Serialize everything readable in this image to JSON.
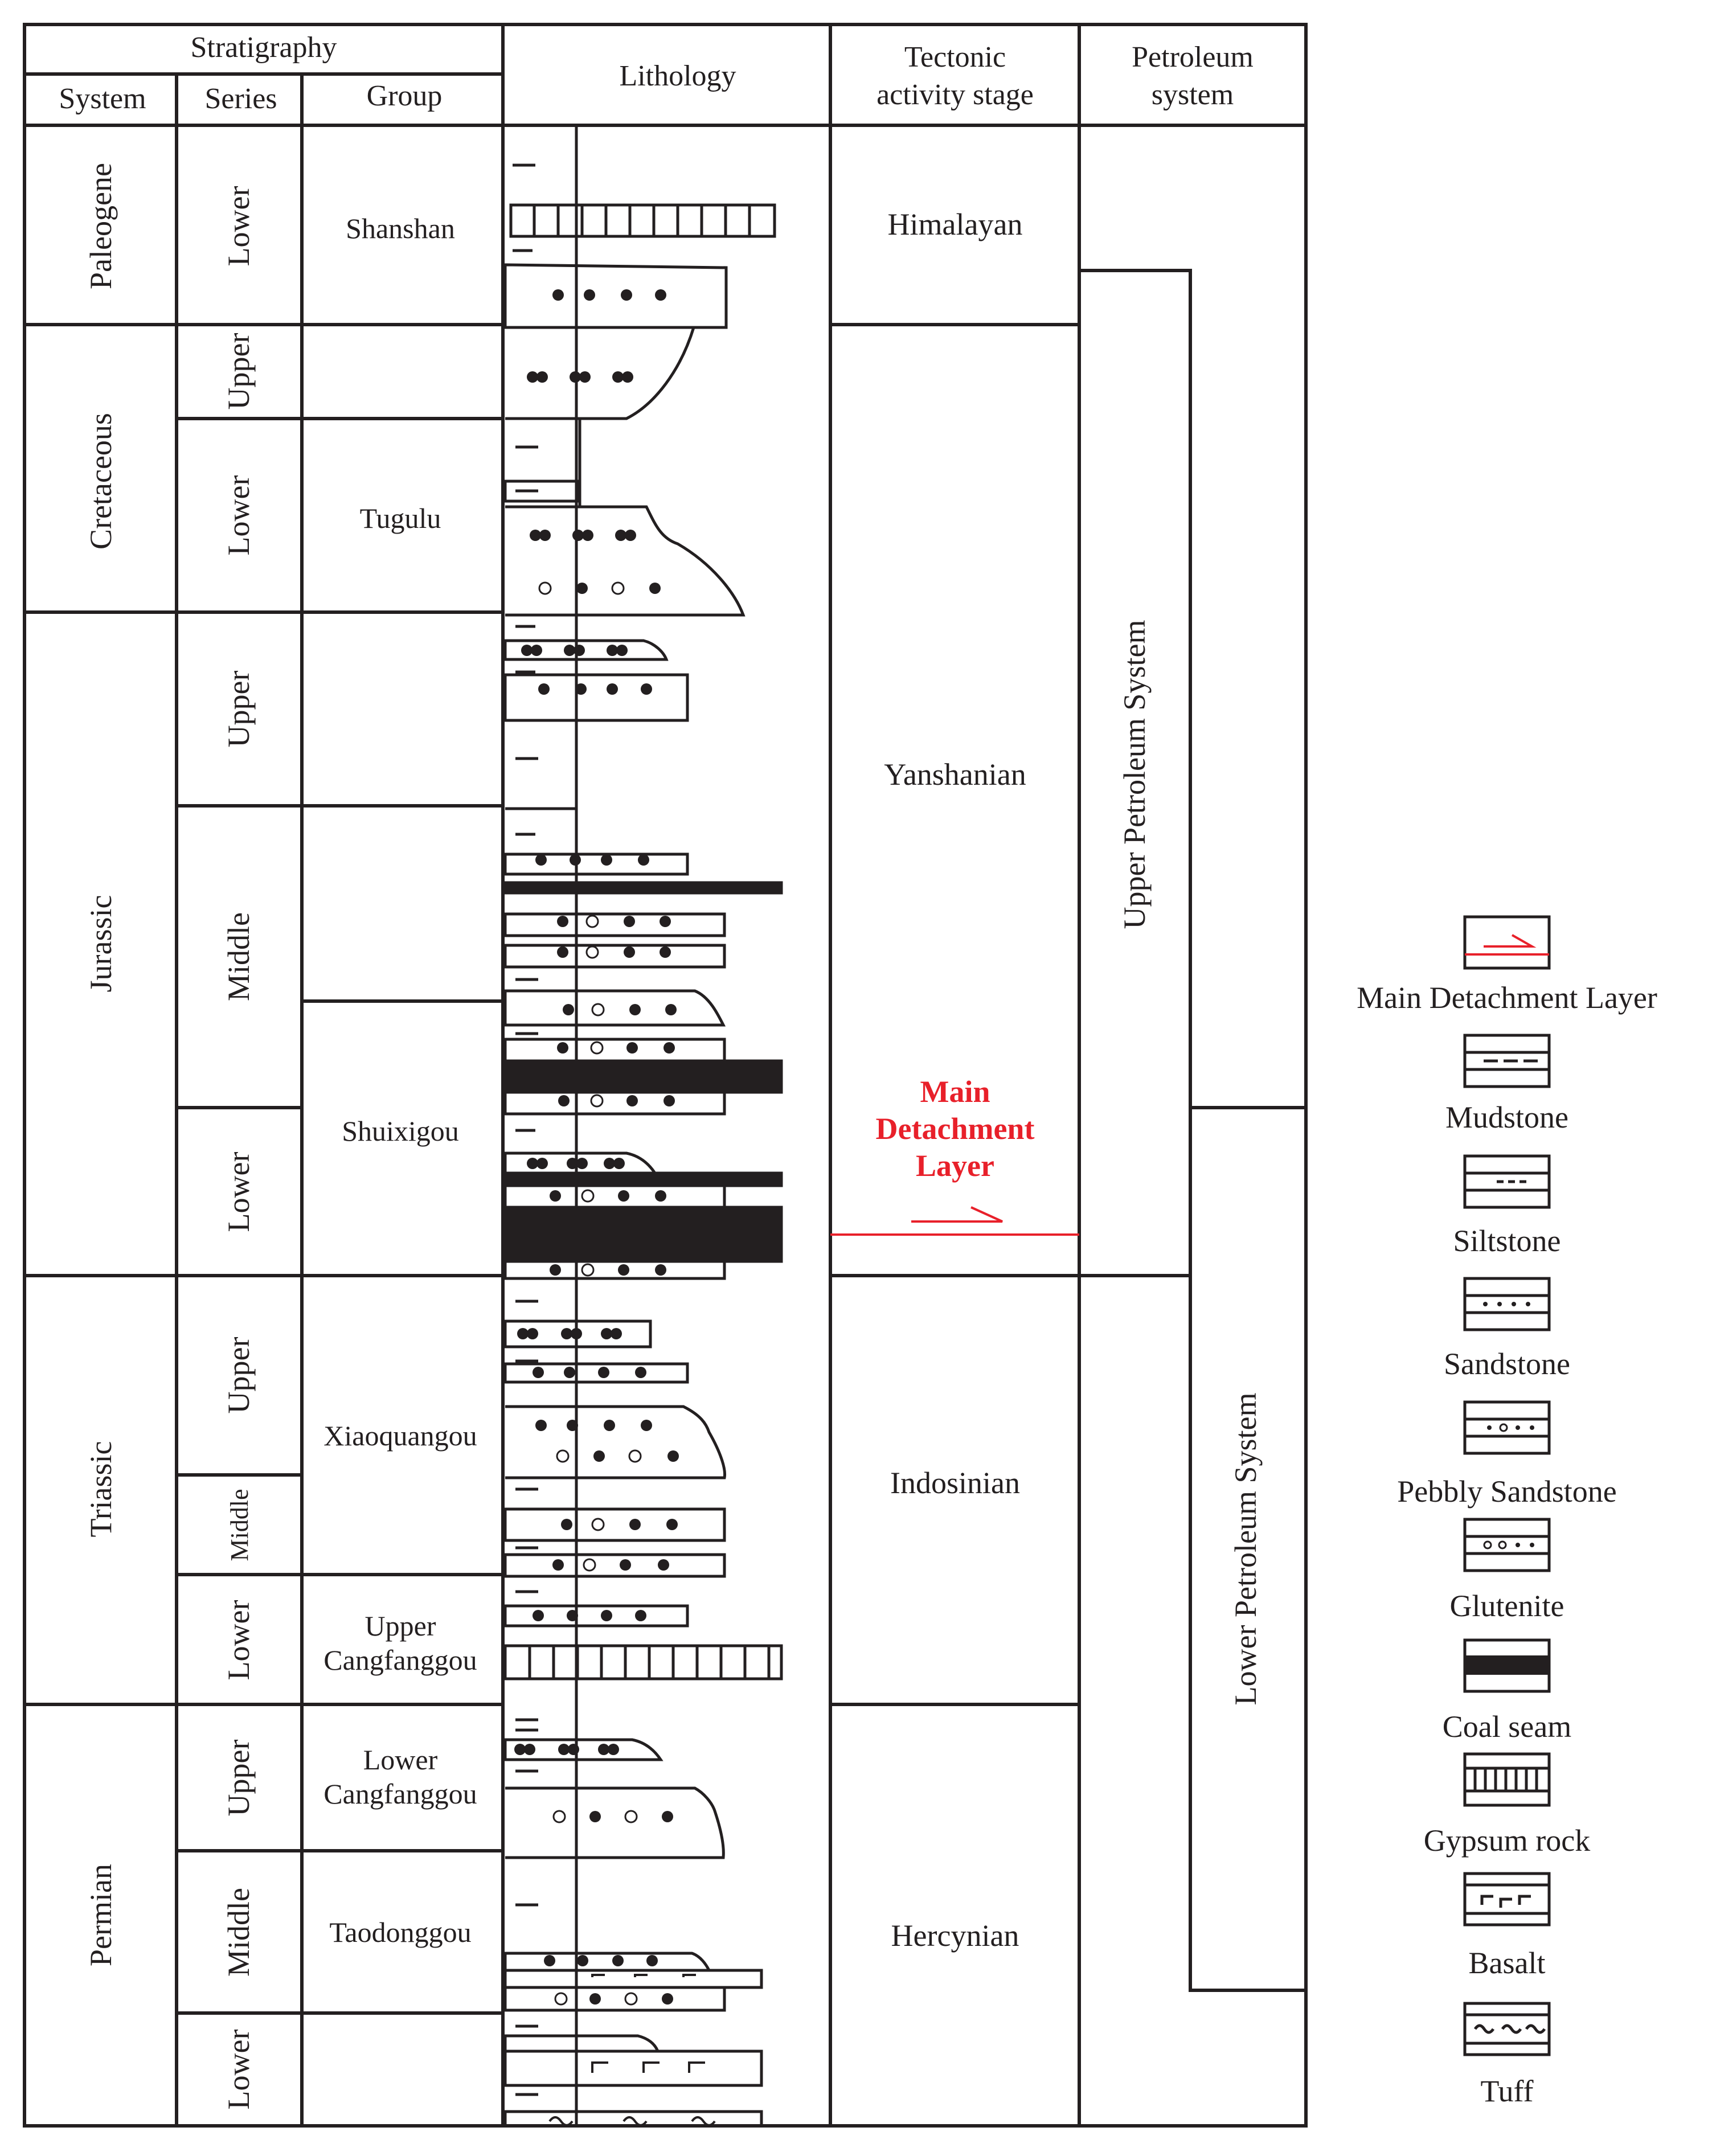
{
  "headers": {
    "stratigraphy": "Stratigraphy",
    "system": "System",
    "series": "Series",
    "group": "Group",
    "lithology": "Lithology",
    "tectonic_1": "Tectonic",
    "tectonic_2": "activity stage",
    "petroleum_1": "Petroleum",
    "petroleum_2": "system"
  },
  "systems": [
    "Paleogene",
    "Cretaceous",
    "Jurassic",
    "Triassic",
    "Permian"
  ],
  "series": [
    "Lower",
    "Upper",
    "Lower",
    "Upper",
    "Middle",
    "Lower",
    "Upper",
    "Middle",
    "Lower",
    "Upper",
    "Middle",
    "Lower"
  ],
  "groups": [
    "Shanshan",
    "Tugulu",
    "Shuixigou",
    "Xiaoquangou",
    "Upper",
    "Cangfanggou",
    "Lower",
    "Cangfanggou",
    "Taodonggou"
  ],
  "tectonic_stages": [
    "Himalayan",
    "Yanshanian",
    "Indosinian",
    "Hercynian"
  ],
  "detachment_label": [
    "Main",
    "Detachment",
    "Layer"
  ],
  "petroleum_systems": [
    "Upper Petroleum System",
    "Lower Petroleum System"
  ],
  "legend": [
    "Main Detachment Layer",
    "Mudstone",
    "Siltstone",
    "Sandstone",
    "Pebbly Sandstone",
    "Glutenite",
    "Coal seam",
    "Gypsum rock",
    "Basalt",
    "Tuff"
  ],
  "colors": {
    "line": "#231f20",
    "detachment": "#e8202a",
    "coal": "#231f20"
  }
}
